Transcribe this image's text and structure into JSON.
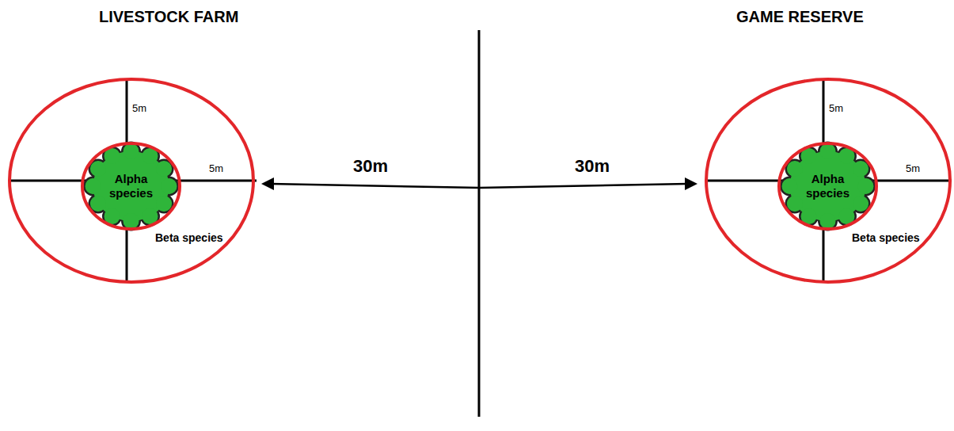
{
  "diagram": {
    "nodes": [
      {
        "text": [
          "Beta species"
        ]
      },
      {
        "text": [
          "Alpha species"
        ],
        "in": 0
      },
      {
        "text": [
          "Beta species"
        ]
      },
      {
        "text": [
          "Alpha species"
        ],
        "in": 2
      }
    ],
    "labels": [
      "LIVESTOCK FARM",
      "GAME RESERVE",
      "5m",
      "5m",
      "30m",
      "30m",
      "5m",
      "5m"
    ]
  }
}
